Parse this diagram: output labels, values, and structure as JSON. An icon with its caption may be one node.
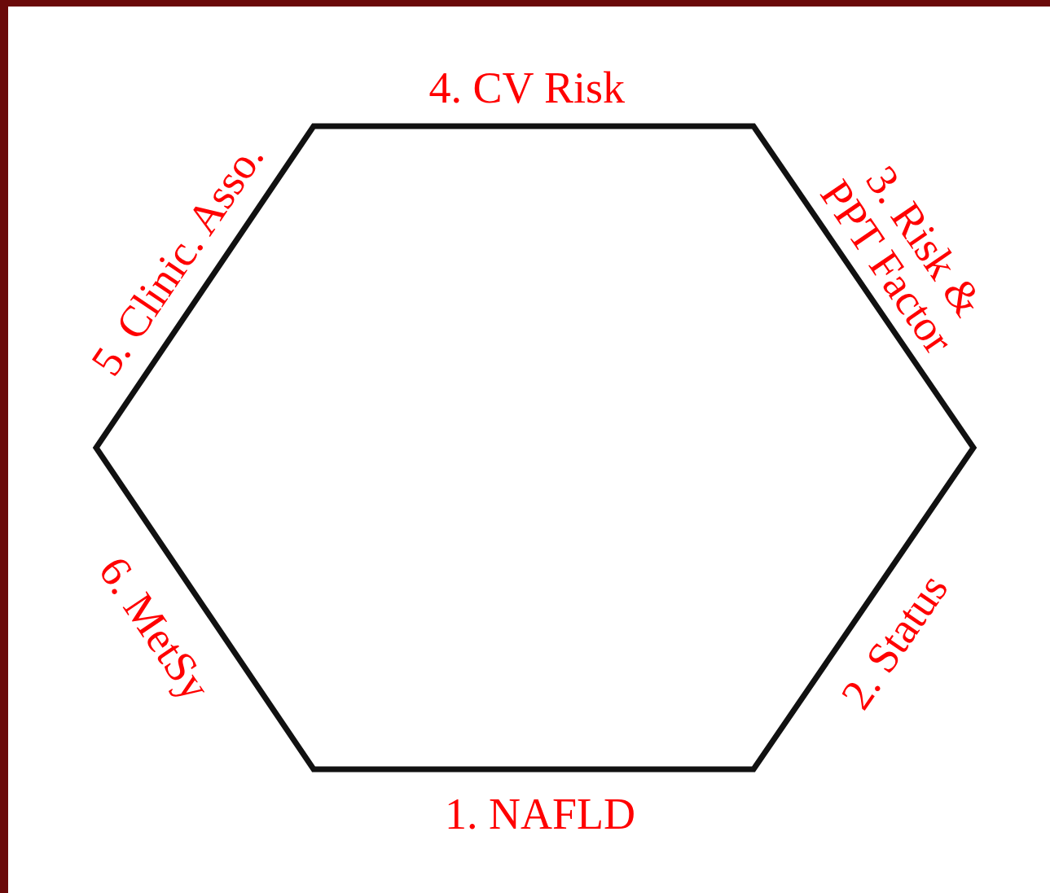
{
  "diagram": {
    "labels": [
      "4. CV Risk",
      "5. Clinic. Asso.",
      "3. Risk & PPT Factor",
      "6. MetSy",
      "2. Status",
      "1. NAFLD"
    ]
  }
}
